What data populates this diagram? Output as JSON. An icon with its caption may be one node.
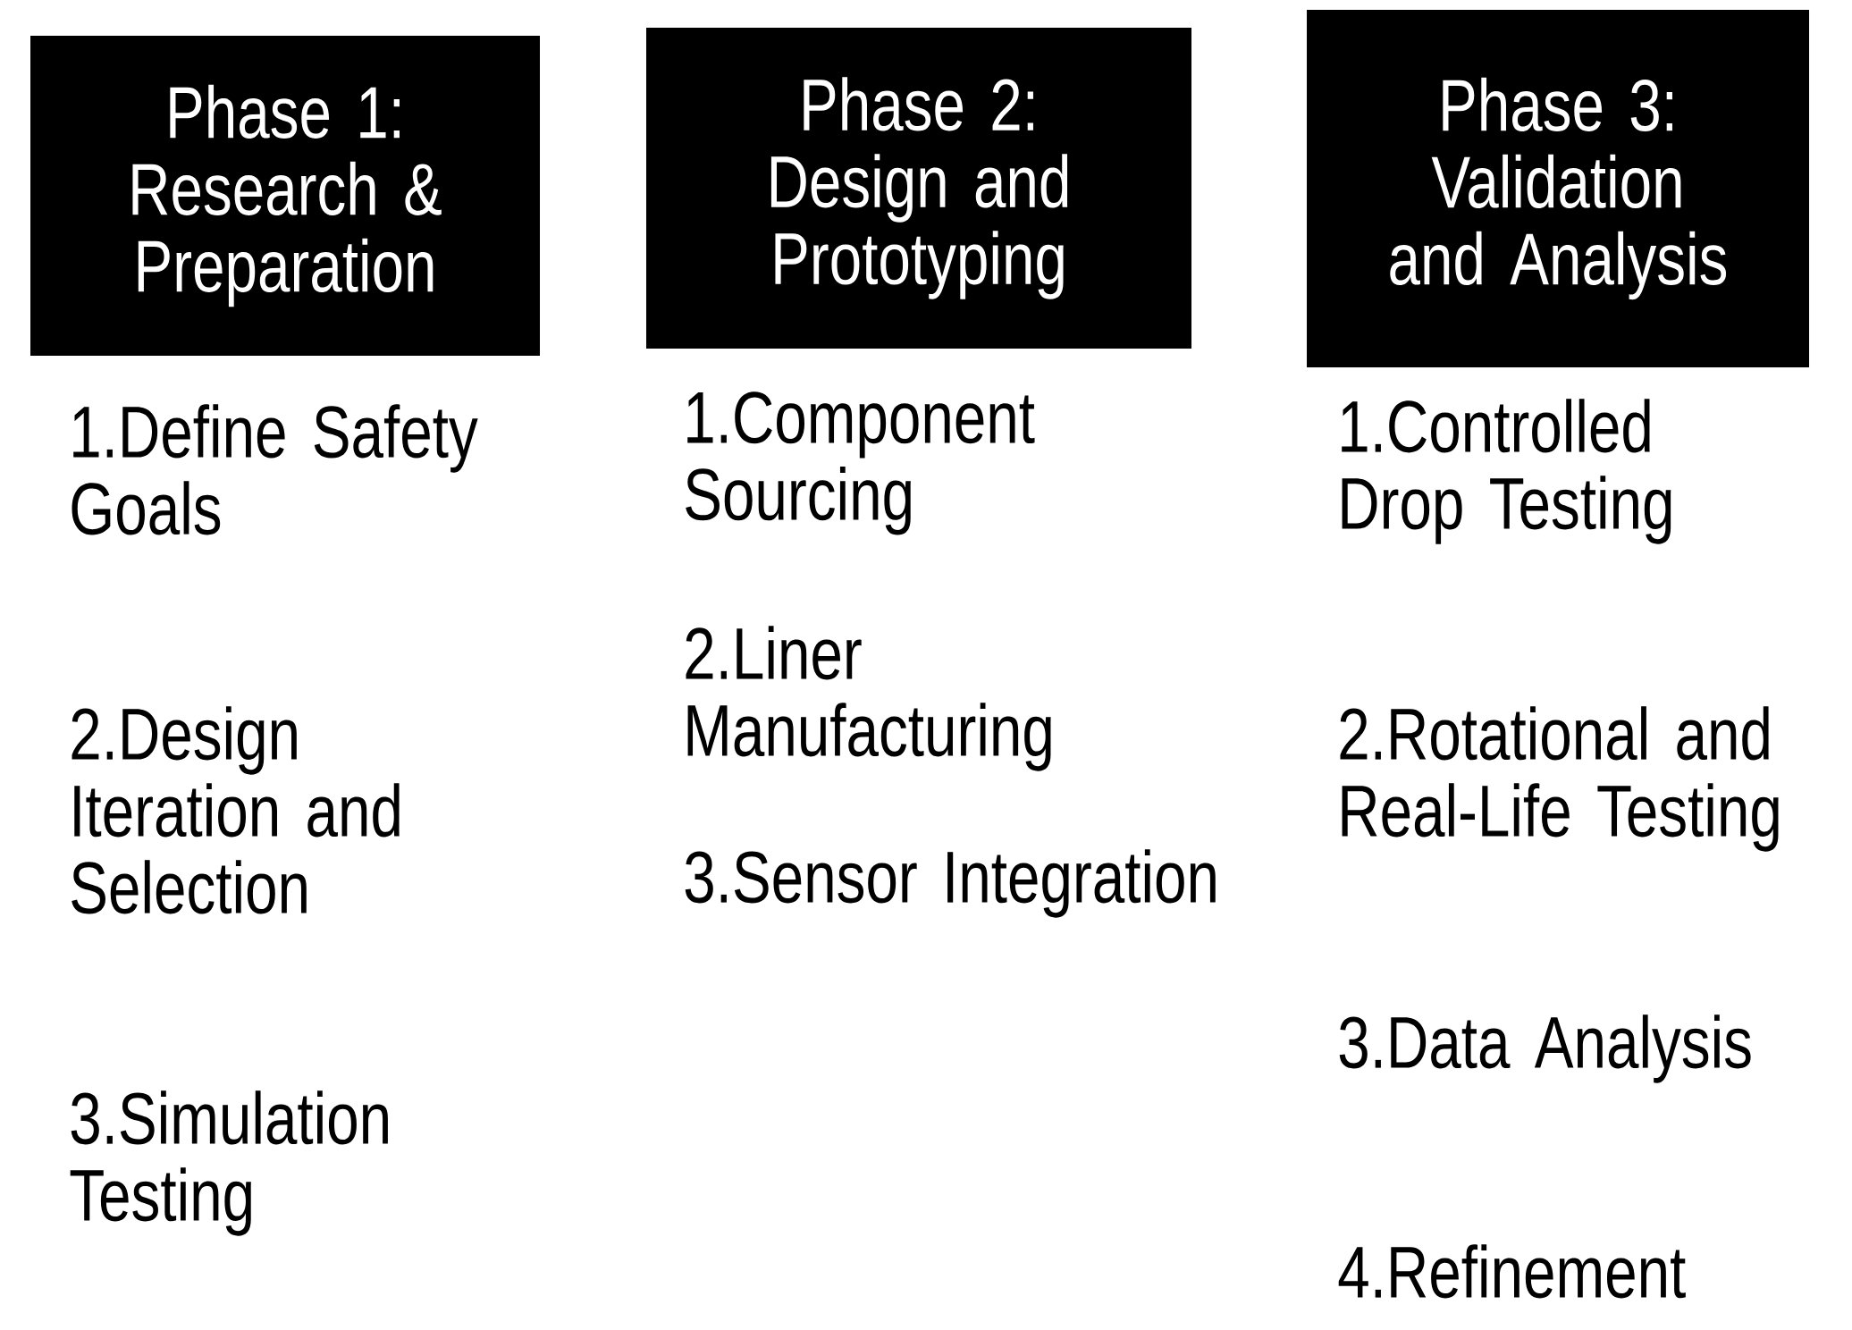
{
  "diagram": {
    "nodes": [
      {
        "text": [
          "Phase 1:",
          "Research & Preparation"
        ]
      },
      {
        "text": [
          "Phase 2:",
          "Design and Prototyping"
        ]
      },
      {
        "text": [
          "Phase 3:",
          "Validation and Analysis"
        ]
      }
    ],
    "labels": [
      "1.Define Safety Goals",
      "2.Design Iteration and Selection",
      "3.Simulation Testing",
      "1.Component Sourcing",
      "2.Liner Manufacturing",
      "3.Sensor Integration",
      "1.Controlled Drop Testing",
      "2.Rotational and Real-Life Testing",
      "3.Data Analysis",
      "4.Refinement"
    ]
  }
}
